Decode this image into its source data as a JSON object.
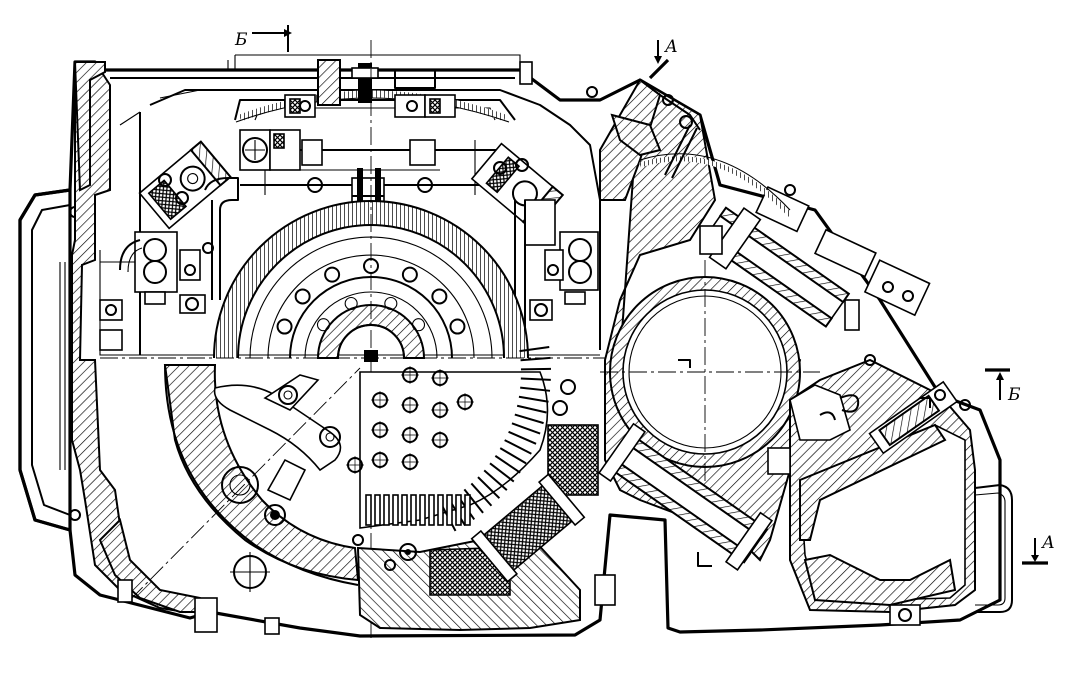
{
  "section_marks": {
    "b_top": "Б",
    "a_top": "А",
    "b_right": "Б",
    "a_right": "А"
  }
}
